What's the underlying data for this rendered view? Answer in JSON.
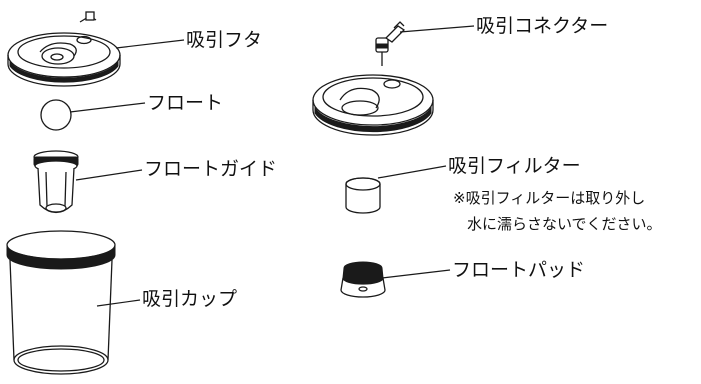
{
  "labels": {
    "suction_lid": "吸引フタ",
    "float": "フロート",
    "float_guide": "フロートガイド",
    "suction_cup": "吸引カップ",
    "suction_connector": "吸引コネクター",
    "suction_filter": "吸引フィルター",
    "filter_note_line1": "※吸引フィルターは取り外し",
    "filter_note_line2": "水に濡らさないでください。",
    "float_pad": "フロートパッド"
  }
}
